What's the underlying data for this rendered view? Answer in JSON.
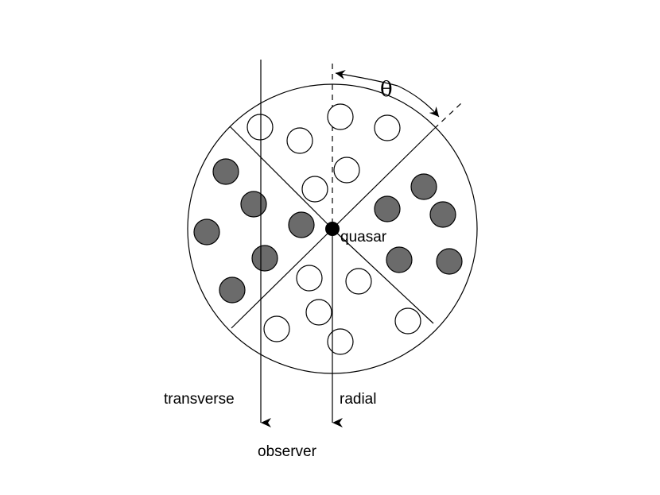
{
  "labels": {
    "theta": "θ",
    "quasar": "quasar",
    "transverse": "transverse",
    "radial": "radial",
    "observer": "observer"
  },
  "colors": {
    "line": "#000000",
    "filled_cloud": "#6b6b6b",
    "open_cloud": "#ffffff",
    "quasar": "#000000"
  }
}
